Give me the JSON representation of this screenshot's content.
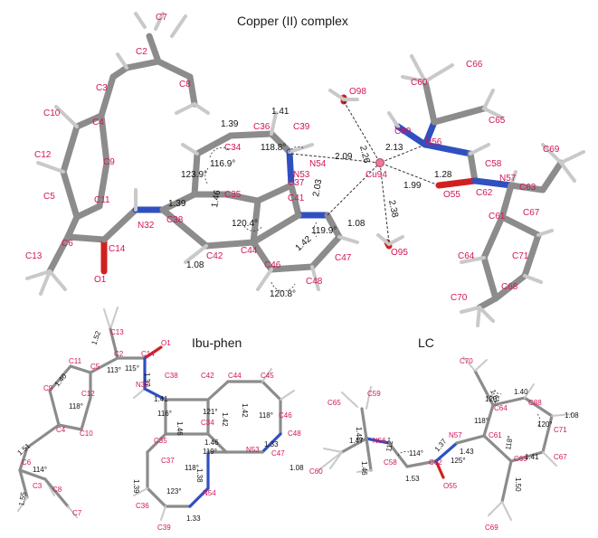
{
  "panels": {
    "top": {
      "title": "Copper (II) complex"
    },
    "bottom_left": {
      "title": "Ibu-phen"
    },
    "bottom_right": {
      "title": "LC"
    }
  },
  "colors": {
    "label": "#d4145a",
    "carbon": "#8c8c8c",
    "hydrogen": "#c9c9c9",
    "nitrogen": "#3050c0",
    "oxygen": "#d12020",
    "copper": "#e87a9a"
  },
  "top_atoms": [
    "C7",
    "C2",
    "C3",
    "C8",
    "C4",
    "C10",
    "C9",
    "C12",
    "C5",
    "C11",
    "C6",
    "C13",
    "C14",
    "O1",
    "N32",
    "C38",
    "C35",
    "C34",
    "C36",
    "C39",
    "N54",
    "C37",
    "C41",
    "N53",
    "C44",
    "C42",
    "C46",
    "C48",
    "C47",
    "O98",
    "O95",
    "Cu94",
    "N56",
    "C59",
    "C60",
    "C66",
    "C65",
    "C58",
    "O55",
    "C62",
    "N57",
    "C63",
    "C69",
    "C61",
    "C67",
    "C64",
    "C71",
    "C68",
    "C70"
  ],
  "top_measurements": [
    "1.41",
    "1.39",
    "118.8°",
    "2.26",
    "2.09",
    "2.13",
    "116.9°",
    "123.9°",
    "1.28",
    "1.99",
    "1.46",
    "1.39",
    "2.03",
    "2.38",
    "1.08",
    "120.4°",
    "119.9°",
    "1.08",
    "1.42",
    "120.8°"
  ],
  "ibu_atoms": [
    "C13",
    "O1",
    "C2",
    "C14",
    "C11",
    "C5",
    "N32",
    "C38",
    "C42",
    "C44",
    "C45",
    "C9",
    "C12",
    "C10",
    "C46",
    "C48",
    "C4",
    "C35",
    "C34",
    "C6",
    "N53",
    "C47",
    "C3",
    "C8",
    "C37",
    "C7",
    "C36",
    "C39",
    "N54"
  ],
  "ibu_measurements": [
    "1.52",
    "113°",
    "115°",
    "1.37",
    "1.41",
    "1.40",
    "116°",
    "121°",
    "1.42",
    "118°",
    "118°",
    "1.46",
    "1.42",
    "1.46",
    "1.33",
    "1.51",
    "114°",
    "1.38",
    "119°",
    "1.08",
    "118°",
    "1.55",
    "123°",
    "1.33",
    "1.39"
  ],
  "lc_atoms": [
    "C70",
    "C65",
    "C59",
    "C64",
    "C88",
    "N56",
    "N57",
    "C61",
    "C71",
    "C60",
    "C58",
    "C62",
    "C63",
    "C67",
    "O55",
    "C69"
  ],
  "lc_measurements": [
    "1.51",
    "1.40",
    "120°",
    "120°",
    "1.08",
    "1.48",
    "118°",
    "1.47",
    "1.37",
    "1.43",
    "112°",
    "114°",
    "125°",
    "118°",
    "1.41",
    "1.46",
    "1.53",
    "1.50"
  ]
}
